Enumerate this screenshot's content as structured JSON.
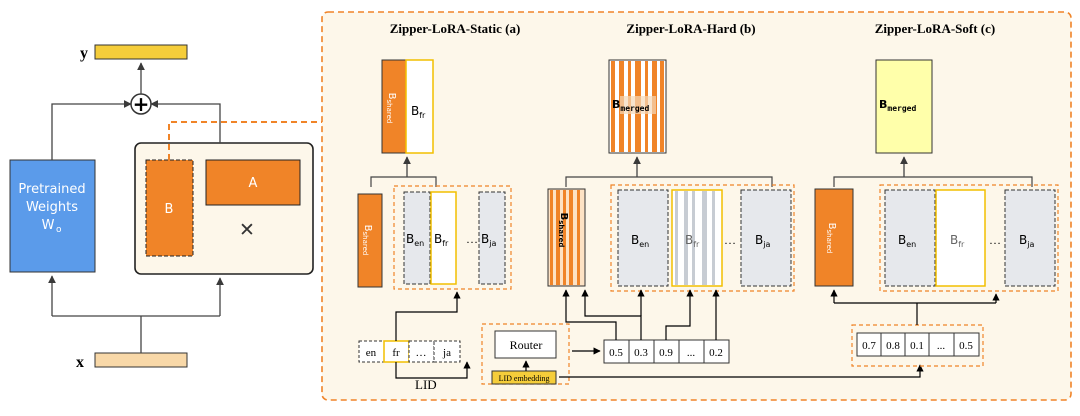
{
  "colors": {
    "orange": "#f08428",
    "blue": "#5b9bea",
    "yellow": "#f5cd3a",
    "peach": "#f8d8a8",
    "cream": "#fdf7ea",
    "gray": "#e6e8ec",
    "paleyellow": "#ffffaa",
    "gold": "#f2bf00"
  },
  "left": {
    "y_label": "y",
    "x_label": "x",
    "plus": "+",
    "pretrained_line1": "Pretrained",
    "pretrained_line2": "Weights",
    "pretrained_line3": "W",
    "pretrained_sub": "o",
    "b_label": "B",
    "a_label": "A",
    "times": "✕"
  },
  "static": {
    "title": "Zipper-LoRA-Static (a)",
    "b_shared": "B",
    "b_shared_sub": "shared",
    "b_fr": "B",
    "b_fr_sub": "fr",
    "b_en": "B",
    "b_en_sub": "en",
    "b_ja": "B",
    "b_ja_sub": "ja",
    "ellipsis": "…",
    "lid_tokens": [
      "en",
      "fr",
      "…",
      "ja"
    ],
    "lid_label": "LID"
  },
  "router": {
    "label": "Router",
    "embedding_label": "LID embedding"
  },
  "hard": {
    "title": "Zipper-LoRA-Hard (b)",
    "b_merged": "B",
    "b_merged_sub": "merged",
    "b_shared": "B",
    "b_shared_sub": "shared",
    "b_en": "B",
    "b_en_sub": "en",
    "b_fr": "B",
    "b_fr_sub": "fr",
    "b_ja": "B",
    "b_ja_sub": "ja",
    "ellipsis": "…",
    "weights": [
      "0.5",
      "0.3",
      "0.9",
      "...",
      "0.2"
    ]
  },
  "soft": {
    "title": "Zipper-LoRA-Soft (c)",
    "b_merged": "B",
    "b_merged_sub": "merged",
    "b_shared": "B",
    "b_shared_sub": "shared",
    "b_en": "B",
    "b_en_sub": "en",
    "b_fr": "B",
    "b_fr_sub": "fr",
    "b_ja": "B",
    "b_ja_sub": "ja",
    "ellipsis": "…",
    "weights": [
      "0.7",
      "0.8",
      "0.1",
      "...",
      "0.5"
    ]
  }
}
